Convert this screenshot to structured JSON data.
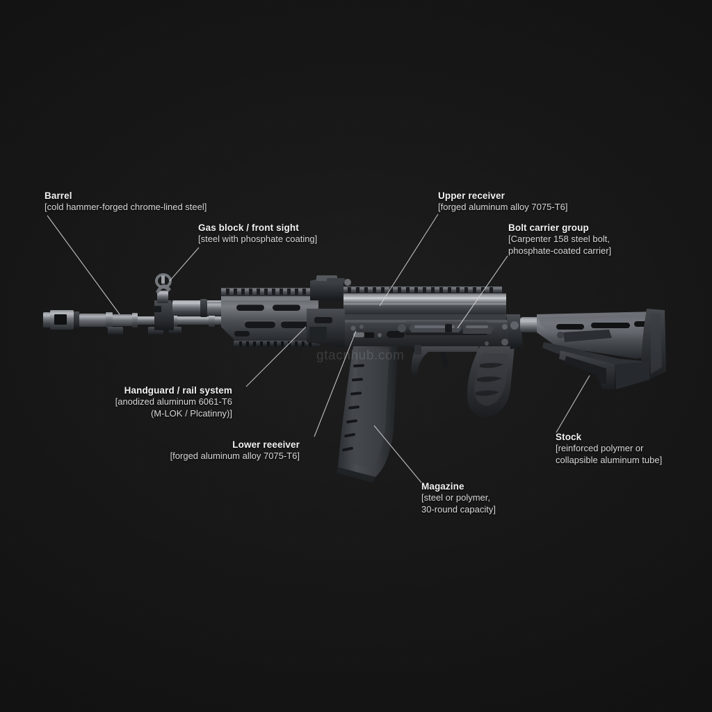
{
  "watermark": "gtacnhub.com",
  "theme": {
    "background": "#121212",
    "text_primary": "#f2f2f2",
    "text_secondary": "#d8d8d8",
    "leader_line": "#cfcfcf"
  },
  "callouts": [
    {
      "id": "barrel",
      "title": "Barrel",
      "desc_lines": [
        "[cold hammer-forged chrome-lined steel]"
      ],
      "align": "left"
    },
    {
      "id": "gas-block-front-sight",
      "title": "Gas block / front sight",
      "desc_lines": [
        "[steel with phosphate coating]"
      ],
      "align": "left"
    },
    {
      "id": "upper-receiver",
      "title": "Upper receiver",
      "desc_lines": [
        "[forged aluminum alloy 7075-T6]"
      ],
      "align": "left"
    },
    {
      "id": "bolt-carrier-group",
      "title": "Bolt carrier group",
      "desc_lines": [
        "[Carpenter 158 steel bolt,",
        "phosphate-coated carrier]"
      ],
      "align": "left"
    },
    {
      "id": "handguard-rail-system",
      "title": "Handguard / rail system",
      "desc_lines": [
        "[anodized aluminum 6061-T6",
        "(M-LOK / Plcatinny)]"
      ],
      "align": "right"
    },
    {
      "id": "lower-receiver",
      "title": "Lower reeeiver",
      "desc_lines": [
        "[forged aluminum alloy 7075-T6]"
      ],
      "align": "right"
    },
    {
      "id": "magazine",
      "title": "Magazine",
      "desc_lines": [
        "[steel or polymer,",
        "30-round capacity]"
      ],
      "align": "left"
    },
    {
      "id": "stock",
      "title": "Stock",
      "desc_lines": [
        "[reinforced polymer or",
        "collapsible aluminum tube]"
      ],
      "align": "left"
    }
  ]
}
